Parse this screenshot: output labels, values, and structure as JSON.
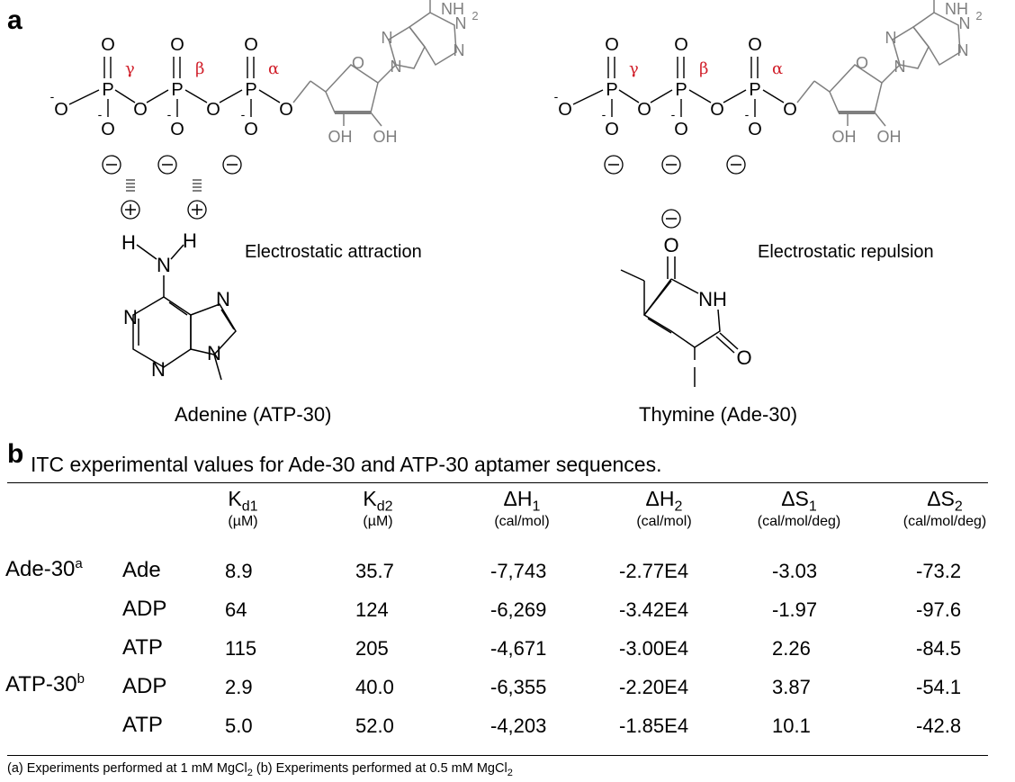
{
  "panel_a": {
    "label": "a",
    "left": {
      "annotation": "Electrostatic attraction",
      "base_label": "Adenine (ATP-30)"
    },
    "right": {
      "annotation": "Electrostatic repulsion",
      "base_label": "Thymine (Ade-30)"
    },
    "phosphate_labels": [
      "γ",
      "β",
      "α"
    ]
  },
  "panel_b": {
    "label": "b",
    "caption": "ITC experimental values for Ade-30 and ATP-30 aptamer sequences.",
    "columns": [
      {
        "main": "K",
        "sub": "d1",
        "unit": "(µM)"
      },
      {
        "main": "K",
        "sub": "d2",
        "unit": "(µM)"
      },
      {
        "main": "ΔH",
        "sub": "1",
        "unit": "(cal/mol)"
      },
      {
        "main": "ΔH",
        "sub": "2",
        "unit": "(cal/mol)"
      },
      {
        "main": "ΔS",
        "sub": "1",
        "unit": "(cal/mol/deg)"
      },
      {
        "main": "ΔS",
        "sub": "2",
        "unit": "(cal/mol/deg)"
      }
    ],
    "groups": [
      {
        "name": "Ade-30",
        "sup": "a"
      },
      {
        "name": "ATP-30",
        "sup": "b"
      }
    ],
    "rows": [
      {
        "ligand": "Ade",
        "values": [
          "8.9",
          "35.7",
          "-7,743",
          "-2.77E4",
          "-3.03",
          "-73.2"
        ]
      },
      {
        "ligand": "ADP",
        "values": [
          "64",
          "124",
          "-6,269",
          "-3.42E4",
          "-1.97",
          "-97.6"
        ]
      },
      {
        "ligand": "ATP",
        "values": [
          "115",
          "205",
          "-4,671",
          "-3.00E4",
          "2.26",
          "-84.5"
        ]
      },
      {
        "ligand": "ADP",
        "values": [
          "2.9",
          "40.0",
          "-6,355",
          "-2.20E4",
          "3.87",
          "-54.1"
        ]
      },
      {
        "ligand": "ATP",
        "values": [
          "5.0",
          "52.0",
          "-4,203",
          "-1.85E4",
          "10.1",
          "-42.8"
        ]
      }
    ],
    "footnote": {
      "a_text": "(a) Experiments performed at 1 mM MgCl",
      "a_sub": "2",
      "b_text": " (b) Experiments performed at 0.5 mM MgCl",
      "b_sub": "2"
    }
  }
}
